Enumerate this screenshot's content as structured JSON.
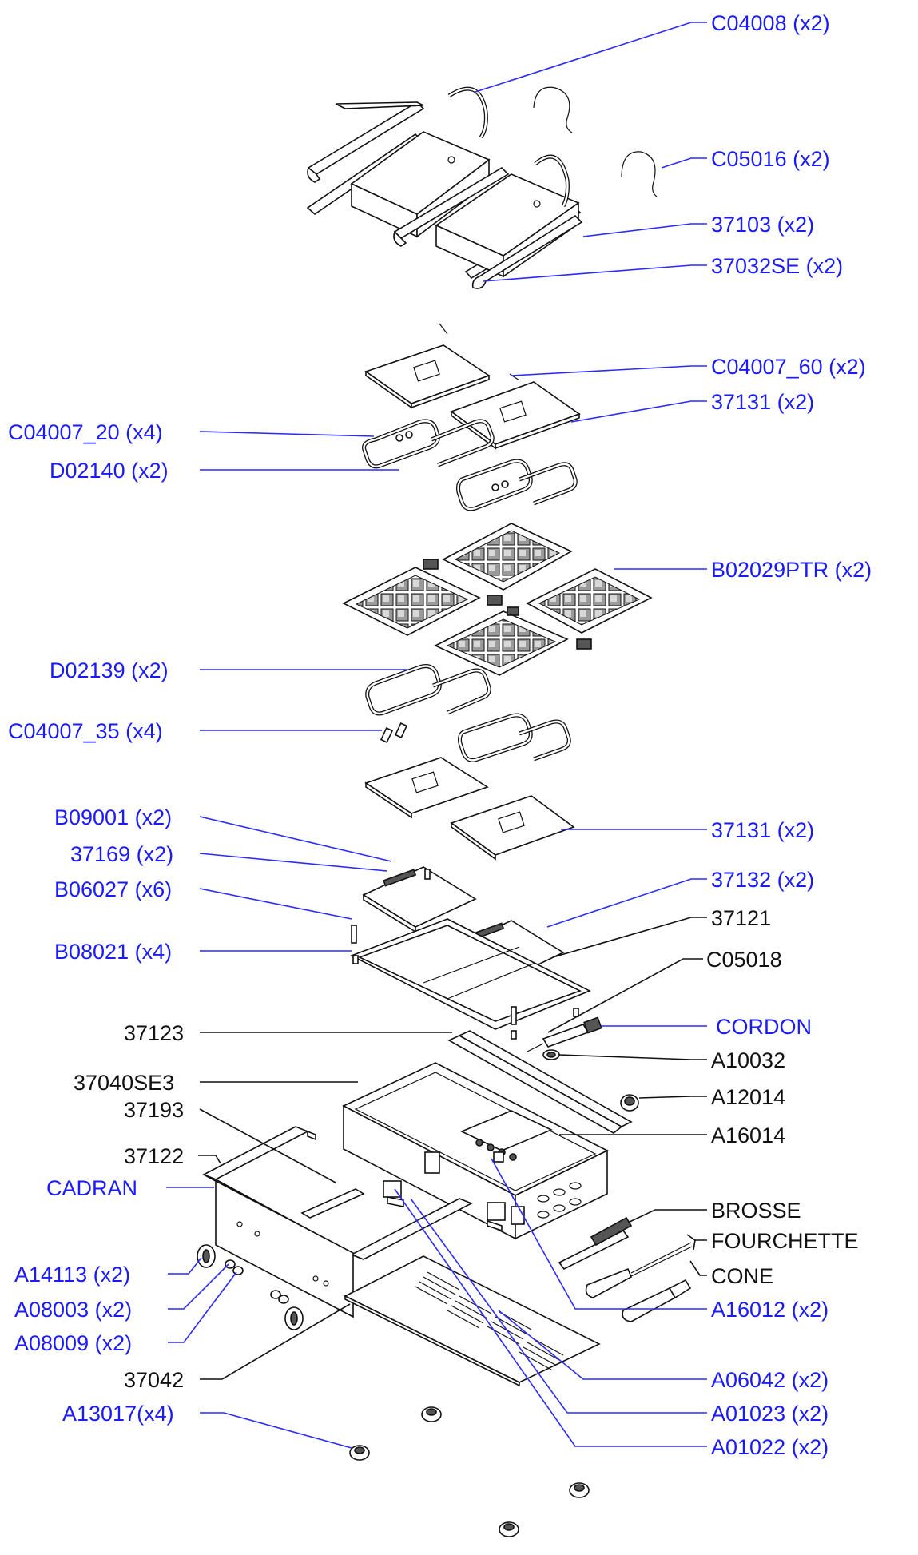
{
  "colors": {
    "part_label": "#1a1aff",
    "assembly_label": "#111111",
    "line": "#111111",
    "background": "#ffffff"
  },
  "labels": {
    "c04008": "C04008 (x2)",
    "c05016": "C05016 (x2)",
    "p37103": "37103 (x2)",
    "p37032se": "37032SE (x2)",
    "c04007_60": "C04007_60 (x2)",
    "p37131_top": "37131 (x2)",
    "c04007_20": "C04007_20 (x4)",
    "d02140": "D02140 (x2)",
    "b02029ptr": "B02029PTR (x2)",
    "d02139": "D02139 (x2)",
    "c04007_35": "C04007_35 (x4)",
    "b09001": "B09001 (x2)",
    "p37131_bottom": "37131 (x2)",
    "p37169": "37169 (x2)",
    "p37132": "37132 (x2)",
    "b06027": "B06027 (x6)",
    "p37121": "37121",
    "b08021": "B08021 (x4)",
    "c05018": "C05018",
    "p37123": "37123",
    "cordon": "CORDON",
    "a10032": "A10032",
    "p37040se3": "37040SE3",
    "a12014": "A12014",
    "p37193": "37193",
    "a16014": "A16014",
    "p37122": "37122",
    "cadran": "CADRAN",
    "brosse": "BROSSE",
    "fourchette": "FOURCHETTE",
    "a14113": "A14113 (x2)",
    "cone": "CONE",
    "a08003": "A08003 (x2)",
    "a16012": "A16012 (x2)",
    "a08009": "A08009 (x2)",
    "p37042": "37042",
    "a06042": "A06042 (x2)",
    "a13017": "A13017(x4)",
    "a01023": "A01023 (x2)",
    "a01022": "A01022 (x2)"
  }
}
